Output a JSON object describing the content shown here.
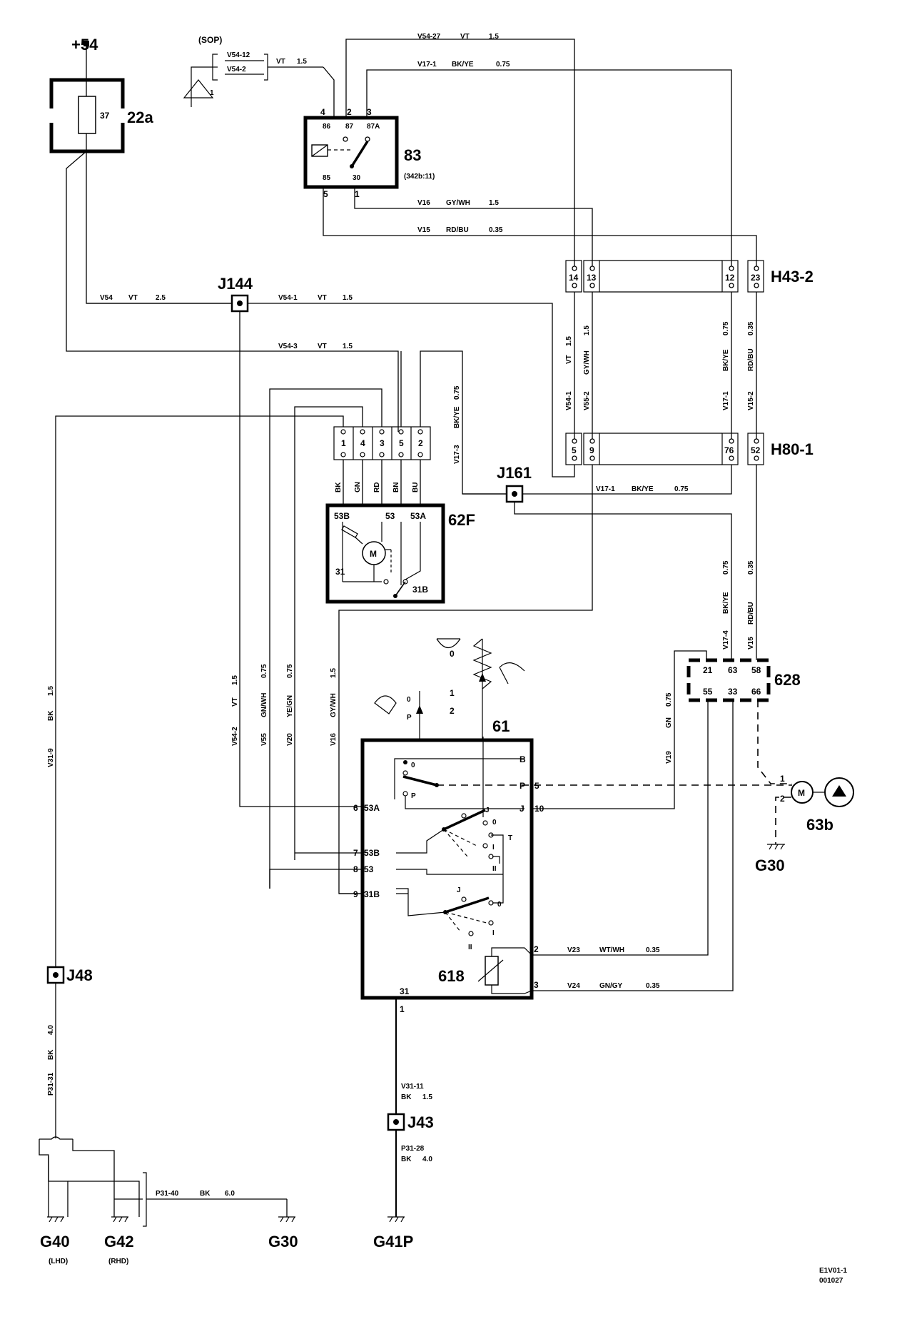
{
  "components": {
    "supply": "+54",
    "fuse_box": "22a",
    "fuse_value": "37",
    "relay": "83",
    "relay_ref": "(342b:11)",
    "relay_pins": [
      "86",
      "87",
      "87A",
      "85",
      "30"
    ],
    "relay_terminal_nums": [
      "4",
      "2",
      "3",
      "5",
      "1"
    ],
    "sop": "(SOP)",
    "sop_wires": [
      "V54-12",
      "V54-2"
    ],
    "sop_note": "1",
    "wiper_motor": "62F",
    "wiper_motor_pins": [
      "53B",
      "53",
      "53A",
      "31",
      "31B"
    ],
    "connector_62f_pins": [
      "1",
      "4",
      "3",
      "5",
      "2"
    ],
    "connector_62f_colors": [
      "BK",
      "GN",
      "RD",
      "BN",
      "BU"
    ],
    "switch": "61",
    "switch_positions": [
      "0",
      "1",
      "2"
    ],
    "switch_pins_left": [
      {
        "num": "6",
        "name": "53A"
      },
      {
        "num": "7",
        "name": "53B"
      },
      {
        "num": "8",
        "name": "53"
      },
      {
        "num": "9",
        "name": "31B"
      }
    ],
    "switch_pins_right": [
      {
        "name": "B",
        "num": ""
      },
      {
        "name": "P",
        "num": "5"
      },
      {
        "name": "J",
        "num": "10"
      }
    ],
    "switch_contact_letters": [
      "0",
      "P",
      "J",
      "0",
      "T",
      "I",
      "II",
      "J",
      "0",
      "I",
      "II"
    ],
    "rheostat": "618",
    "rheostat_pins": [
      "2",
      "3"
    ],
    "switch_ground_pins": [
      "31",
      "1"
    ],
    "pump_module": "628",
    "pump_module_pins": [
      "21",
      "63",
      "58",
      "55",
      "33",
      "66"
    ],
    "pump_motor": "63b",
    "pump_motor_pins": [
      "1",
      "2"
    ],
    "connector_h43": "H43-2",
    "h43_pins": [
      "14",
      "13",
      "12",
      "23"
    ],
    "connector_h80": "H80-1",
    "h80_pins": [
      "5",
      "9",
      "76",
      "52"
    ],
    "junctions": [
      "J144",
      "J161",
      "J48",
      "J43"
    ],
    "grounds": [
      "G40",
      "G42",
      "G30",
      "G41P",
      "G30"
    ],
    "ground_notes": [
      "(LHD)",
      "(RHD)"
    ],
    "motor_symbol": "M"
  },
  "wires": {
    "v54_27": [
      "V54-27",
      "VT",
      "1.5"
    ],
    "v17_1_top": [
      "V17-1",
      "BK/YE",
      "0.75"
    ],
    "sop_vt": [
      "VT",
      "1.5"
    ],
    "v16_top": [
      "V16",
      "GY/WH",
      "1.5"
    ],
    "v15_top": [
      "V15",
      "RD/BU",
      "0.35"
    ],
    "v54": [
      "V54",
      "VT",
      "2.5"
    ],
    "v54_1": [
      "V54-1",
      "VT",
      "1.5"
    ],
    "v54_3": [
      "V54-3",
      "VT",
      "1.5"
    ],
    "v17_3": [
      "V17-3",
      "BK/YE",
      "0.75"
    ],
    "v17_1_mid": [
      "V17-1",
      "BK/YE",
      "0.75"
    ],
    "v54_1_vert": [
      "V54-1",
      "VT",
      "1.5"
    ],
    "v55_2_vert": [
      "V55-2",
      "GY/WH",
      "1.5"
    ],
    "v17_1_vert": [
      "V17-1",
      "BK/YE",
      "0.75"
    ],
    "v15_2_vert": [
      "V15-2",
      "RD/BU",
      "0.35"
    ],
    "v17_4": [
      "V17-4",
      "BK/YE",
      "0.75"
    ],
    "v15_low": [
      "V15",
      "RD/BU",
      "0.35"
    ],
    "v31_9": [
      "V31-9",
      "BK",
      "1.5"
    ],
    "v54_2": [
      "V54-2",
      "VT",
      "1.5"
    ],
    "v55": [
      "V55",
      "GN/WH",
      "0.75"
    ],
    "v20": [
      "V20",
      "YE/GN",
      "0.75"
    ],
    "v16_low": [
      "V16",
      "GY/WH",
      "1.5"
    ],
    "v19": [
      "V19",
      "GN",
      "0.75"
    ],
    "v23": [
      "V23",
      "WT/WH",
      "0.35"
    ],
    "v24": [
      "V24",
      "GN/GY",
      "0.35"
    ],
    "p31_31": [
      "P31-31",
      "BK",
      "4.0"
    ],
    "p31_40": [
      "P31-40",
      "BK",
      "6.0"
    ],
    "v31_11": [
      "V31-11",
      "BK",
      "1.5"
    ],
    "p31_28": [
      "P31-28",
      "BK",
      "4.0"
    ]
  },
  "footer": {
    "code": "E1V01-1",
    "date": "001027"
  }
}
